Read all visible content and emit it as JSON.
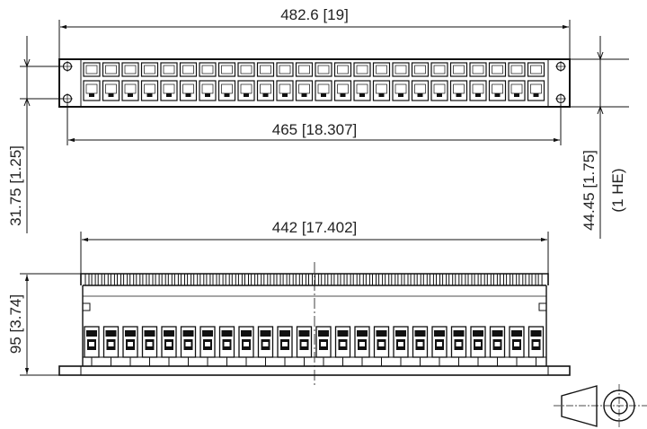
{
  "front_view": {
    "port_count": 24,
    "dims": {
      "overall_width": "482.6 [19]",
      "hole_spacing": "465 [18.307]",
      "hole_height": "31.75 [1.25]",
      "panel_height": "44.45 [1.75]",
      "rack_units": "(1 HE)"
    }
  },
  "top_view": {
    "port_count": 24,
    "dims": {
      "inner_width": "442 [17.402]",
      "depth": "95 [3.74]"
    }
  },
  "projection_symbol": "third-angle-projection-icon"
}
